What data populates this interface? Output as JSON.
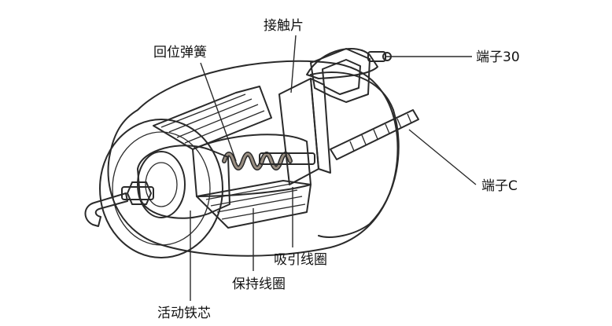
{
  "labels": {
    "contact_plate": "接触片",
    "return_spring": "回位弹簧",
    "terminal_30": "端子30",
    "terminal_c": "端子C",
    "pull_in_coil": "吸引线圈",
    "hold_in_coil": "保持线圈",
    "plunger": "活动铁芯"
  },
  "colors": {
    "body": "#f1e3c6",
    "body_shade": "#dcc8a3",
    "dark": "#8a7f74",
    "darker": "#5f5851",
    "outline": "#2a2a2a"
  }
}
